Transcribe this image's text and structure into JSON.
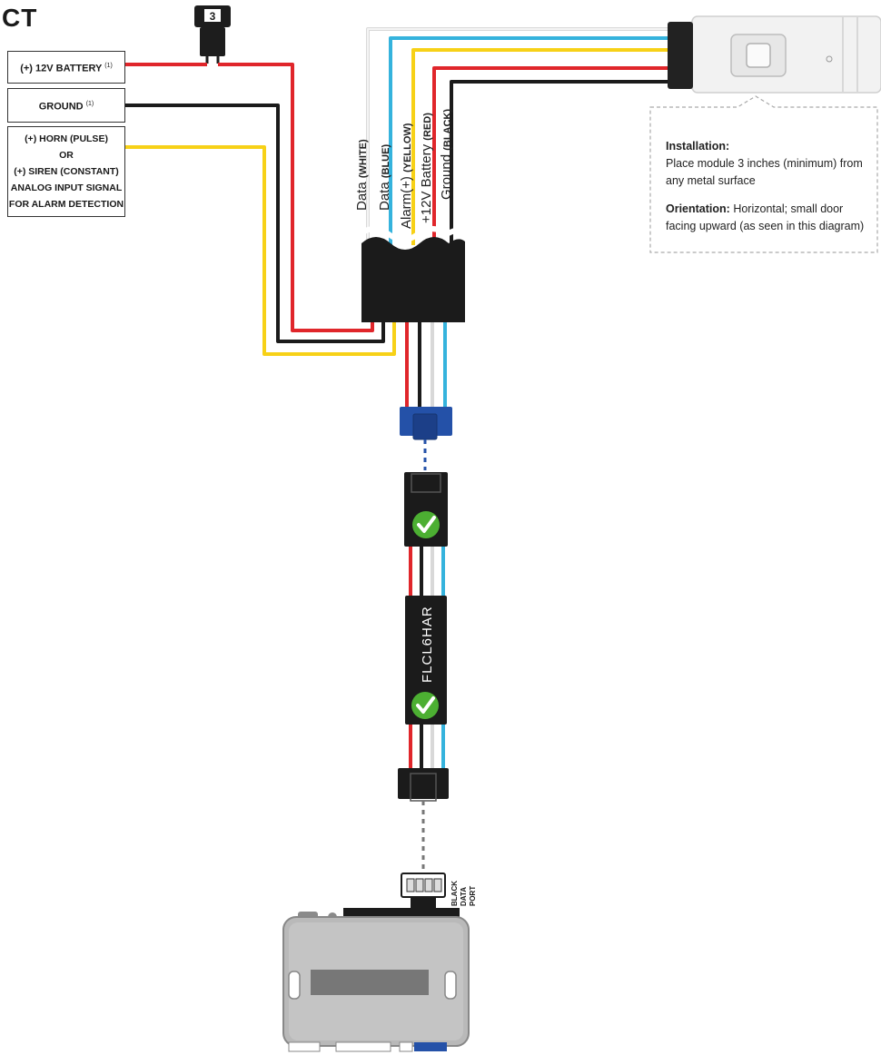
{
  "title": "CT",
  "fuse": {
    "label": "3"
  },
  "left_boxes": {
    "battery": {
      "label": "(+) 12V BATTERY",
      "note": "(1)"
    },
    "ground": {
      "label": "GROUND",
      "note": "(1)"
    },
    "horn": {
      "lines": [
        "(+) HORN (PULSE)",
        "OR",
        "(+) SIREN (CONSTANT)",
        "ANALOG INPUT SIGNAL",
        "FOR ALARM DETECTION"
      ]
    }
  },
  "wires": [
    {
      "name": "Data",
      "color_name": "(WHITE)",
      "hex": "#e8e8e8"
    },
    {
      "name": "Data",
      "color_name": "(BLUE)",
      "hex": "#35b3dd"
    },
    {
      "name": "Alarm(+)",
      "color_name": "(YELLOW)",
      "hex": "#f7d117"
    },
    {
      "name": "+12V Battery",
      "color_name": "(RED)",
      "hex": "#e0262b"
    },
    {
      "name": "Ground",
      "color_name": "(BLACK)",
      "hex": "#1b1b1b"
    }
  ],
  "installation": {
    "heading": "Installation:",
    "text": "Place module 3 inches (minimum) from any metal surface",
    "orientation_heading": "Orientation:",
    "orientation_text": "Horizontal; small door facing upward (as seen in this diagram)"
  },
  "harness_label": "FLCL6HAR",
  "port_label": {
    "line1": "BLACK",
    "line2": "DATA",
    "line3": "PORT"
  },
  "colors": {
    "red": "#e0262b",
    "black": "#1b1b1b",
    "yellow": "#f7d117",
    "blue": "#35b3dd",
    "white": "#e8e8e8",
    "check_green": "#4caf32",
    "connector_blue": "#2451a8"
  }
}
